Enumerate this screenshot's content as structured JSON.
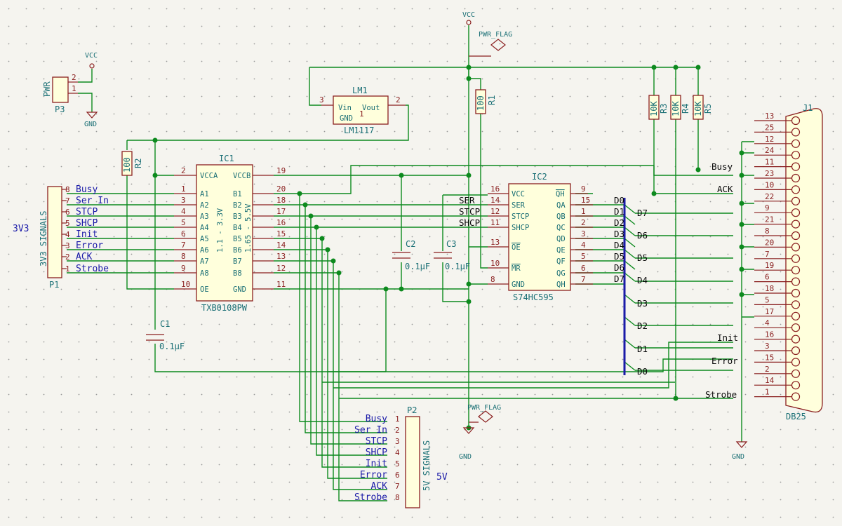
{
  "labels": {
    "v3": "3V3",
    "v5": "5V"
  },
  "ic1": {
    "ref": "IC1",
    "value": "TXB0108PW",
    "range_a": "1.1 - 3.3V",
    "range_b": "1.65 - 5.5V",
    "pins": {
      "vcca": "VCCA",
      "vccb": "VCCB",
      "oe": "OE",
      "gnd": "GND",
      "a": [
        "A1",
        "A2",
        "A3",
        "A4",
        "A5",
        "A6",
        "A7",
        "A8"
      ],
      "b": [
        "B1",
        "B2",
        "B3",
        "B4",
        "B5",
        "B6",
        "B7",
        "B8"
      ]
    },
    "nums": {
      "vcca": "2",
      "vccb": "19",
      "oe": "10",
      "gnd": "11",
      "a": [
        "1",
        "3",
        "4",
        "5",
        "6",
        "7",
        "8",
        "9"
      ],
      "b": [
        "20",
        "18",
        "17",
        "16",
        "15",
        "14",
        "13",
        "12"
      ]
    }
  },
  "ic2": {
    "ref": "IC2",
    "value": "S74HC595",
    "pins": {
      "vcc": "VCC",
      "ser": "SER",
      "stcp": "STCP",
      "shcp": "SHCP",
      "oe": "OE",
      "mr": "MR",
      "gnd": "GND",
      "qh2": "QH",
      "q": [
        "QA",
        "QB",
        "QC",
        "QD",
        "QE",
        "QF",
        "QG",
        "QH"
      ]
    },
    "nums": {
      "vcc": "16",
      "ser": "14",
      "stcp": "12",
      "shcp": "11",
      "oe": "13",
      "mr": "10",
      "gnd": "8",
      "qh2": "9",
      "q": [
        "15",
        "1",
        "2",
        "3",
        "4",
        "5",
        "6",
        "7"
      ]
    }
  },
  "lm1": {
    "ref": "LM1",
    "value": "LM1117",
    "vin": "Vin",
    "vout": "Vout",
    "gnd": "GND",
    "p_in": "3",
    "p_out": "2",
    "p_gnd": "1"
  },
  "resistors": [
    {
      "ref": "R1",
      "value": "100"
    },
    {
      "ref": "R2",
      "value": "100"
    },
    {
      "ref": "R3",
      "value": "10K"
    },
    {
      "ref": "R4",
      "value": "10K"
    },
    {
      "ref": "R5",
      "value": "10K"
    }
  ],
  "caps": [
    {
      "ref": "C1",
      "value": "0.1µF"
    },
    {
      "ref": "C2",
      "value": "0.1µF"
    },
    {
      "ref": "C3",
      "value": "0.1µF"
    }
  ],
  "p1": {
    "ref": "P1",
    "value": "3V3 SIGNALS",
    "pins": [
      {
        "n": "8",
        "s": "Busy"
      },
      {
        "n": "7",
        "s": "Ser In"
      },
      {
        "n": "6",
        "s": "STCP"
      },
      {
        "n": "5",
        "s": "SHCP"
      },
      {
        "n": "4",
        "s": "Init"
      },
      {
        "n": "3",
        "s": "Error"
      },
      {
        "n": "2",
        "s": "ACK"
      },
      {
        "n": "1",
        "s": "Strobe"
      }
    ]
  },
  "p2": {
    "ref": "P2",
    "value": "5V SIGNALS",
    "pins": [
      {
        "n": "1",
        "s": "Busy"
      },
      {
        "n": "2",
        "s": "Ser In"
      },
      {
        "n": "3",
        "s": "STCP"
      },
      {
        "n": "4",
        "s": "SHCP"
      },
      {
        "n": "5",
        "s": "Init"
      },
      {
        "n": "6",
        "s": "Error"
      },
      {
        "n": "7",
        "s": "ACK"
      },
      {
        "n": "8",
        "s": "Strobe"
      }
    ]
  },
  "p3": {
    "ref": "P3",
    "value": "PWR",
    "pins": [
      "2",
      "1"
    ]
  },
  "j1": {
    "ref": "J1",
    "value": "DB25",
    "pins": [
      "13",
      "25",
      "12",
      "24",
      "11",
      "23",
      "10",
      "22",
      "9",
      "21",
      "8",
      "20",
      "7",
      "19",
      "6",
      "18",
      "5",
      "17",
      "4",
      "16",
      "3",
      "15",
      "2",
      "14",
      "1"
    ]
  },
  "nets": {
    "ser": "SER",
    "stcp": "STCP",
    "shcp": "SHCP",
    "busy": "Busy",
    "ack": "ACK",
    "init": "Init",
    "error": "Error",
    "strobe": "Strobe",
    "dl": [
      "D0",
      "D1",
      "D2",
      "D3",
      "D4",
      "D5",
      "D6",
      "D7"
    ],
    "dr": [
      "D7",
      "D6",
      "D5",
      "D4",
      "D3",
      "D2",
      "D1",
      "D0"
    ]
  },
  "power": {
    "vcc": "VCC",
    "gnd": "GND",
    "flag": "PWR_FLAG",
    "one": "1"
  },
  "colors": {
    "wire": "#0d8a1e",
    "comp": "#8a1f1f",
    "text": "#1a6f75",
    "bus": "#1a1aa8"
  }
}
